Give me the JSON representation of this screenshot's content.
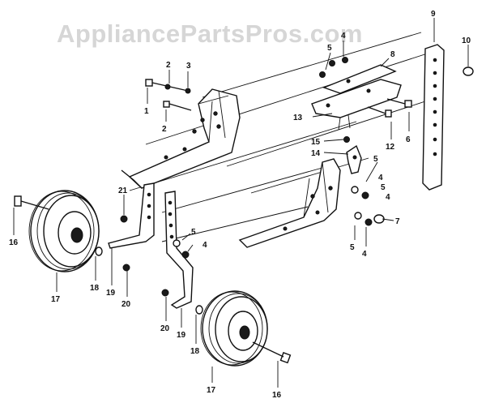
{
  "watermark": "AppliancePartsPros.com",
  "part_labels": [
    {
      "id": "label-1",
      "text": "1"
    },
    {
      "id": "label-2a",
      "text": "2"
    },
    {
      "id": "label-2b",
      "text": "2"
    },
    {
      "id": "label-3",
      "text": "3"
    },
    {
      "id": "label-4a",
      "text": "4"
    },
    {
      "id": "label-4b",
      "text": "4"
    },
    {
      "id": "label-4c",
      "text": "4"
    },
    {
      "id": "label-4d",
      "text": "4"
    },
    {
      "id": "label-4e",
      "text": "4"
    },
    {
      "id": "label-5a",
      "text": "5"
    },
    {
      "id": "label-5b",
      "text": "5"
    },
    {
      "id": "label-5c",
      "text": "5"
    },
    {
      "id": "label-5d",
      "text": "5"
    },
    {
      "id": "label-5e",
      "text": "5"
    },
    {
      "id": "label-6",
      "text": "6"
    },
    {
      "id": "label-7",
      "text": "7"
    },
    {
      "id": "label-8",
      "text": "8"
    },
    {
      "id": "label-9",
      "text": "9"
    },
    {
      "id": "label-10",
      "text": "10"
    },
    {
      "id": "label-12",
      "text": "12"
    },
    {
      "id": "label-13",
      "text": "13"
    },
    {
      "id": "label-14",
      "text": "14"
    },
    {
      "id": "label-15",
      "text": "15"
    },
    {
      "id": "label-16a",
      "text": "16"
    },
    {
      "id": "label-16b",
      "text": "16"
    },
    {
      "id": "label-17a",
      "text": "17"
    },
    {
      "id": "label-17b",
      "text": "17"
    },
    {
      "id": "label-18a",
      "text": "18"
    },
    {
      "id": "label-18b",
      "text": "18"
    },
    {
      "id": "label-19a",
      "text": "19"
    },
    {
      "id": "label-19b",
      "text": "19"
    },
    {
      "id": "label-20a",
      "text": "20"
    },
    {
      "id": "label-20b",
      "text": "20"
    },
    {
      "id": "label-21",
      "text": "21"
    }
  ]
}
